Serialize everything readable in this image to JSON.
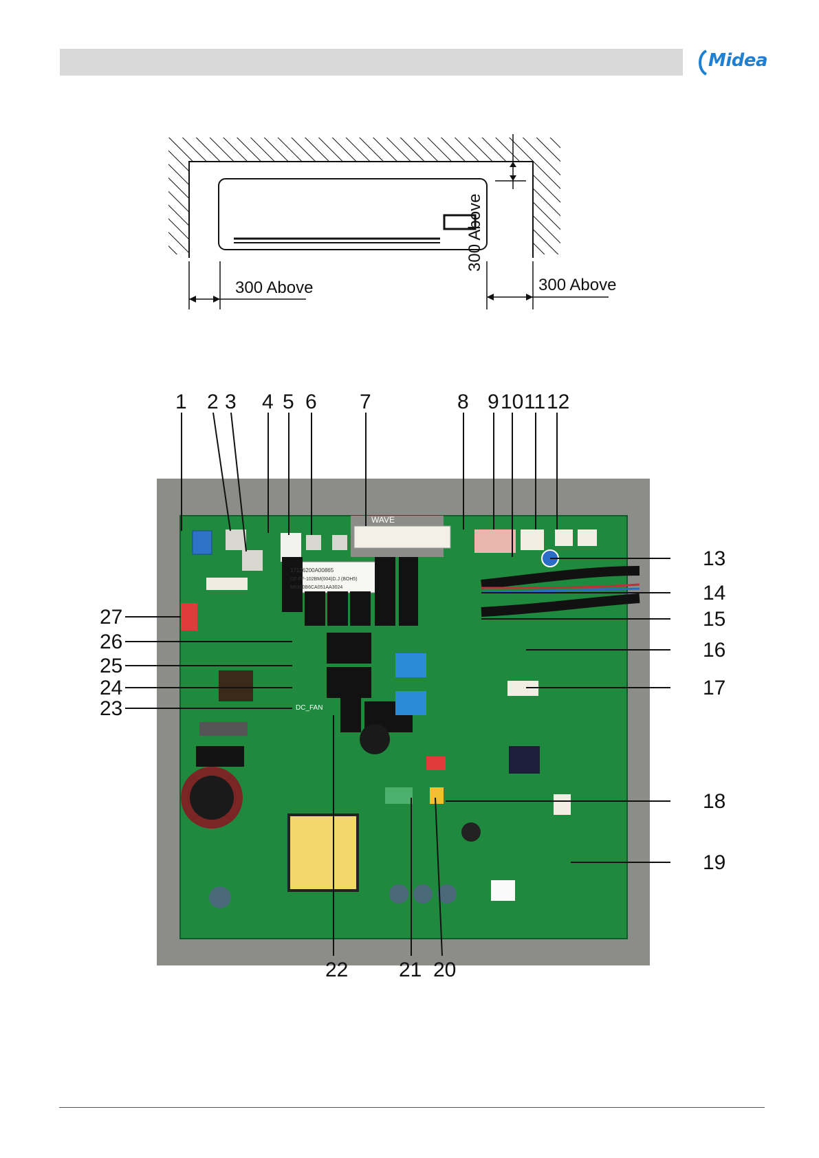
{
  "header": {
    "brand": "Midea",
    "brand_color": "#1f7fd1",
    "bar_color": "#d9d9d9"
  },
  "clearance_diagram": {
    "labels": {
      "left": "300 Above",
      "right": "300 Above",
      "top": "300 Above"
    }
  },
  "pcb_photo": {
    "sticker_lines": [
      "17126200A00865",
      "CE-FF-102BM(004)D.J   (BOH5)",
      "M6300B6CA051AA3024"
    ],
    "board_text": {
      "wave": "WAVE",
      "dc_fan": "DC_FAN"
    },
    "board_color": "#1f8a3e",
    "background_color": "#8c8c88",
    "callouts_top": [
      "1",
      "2",
      "3",
      "4",
      "5",
      "6",
      "7",
      "8",
      "9",
      "10",
      "11",
      "12"
    ],
    "callouts_right": [
      "13",
      "14",
      "15",
      "16",
      "17",
      "18",
      "19"
    ],
    "callouts_bottom": [
      "22",
      "21",
      "20"
    ],
    "callouts_left": [
      "27",
      "26",
      "25",
      "24",
      "23"
    ]
  }
}
